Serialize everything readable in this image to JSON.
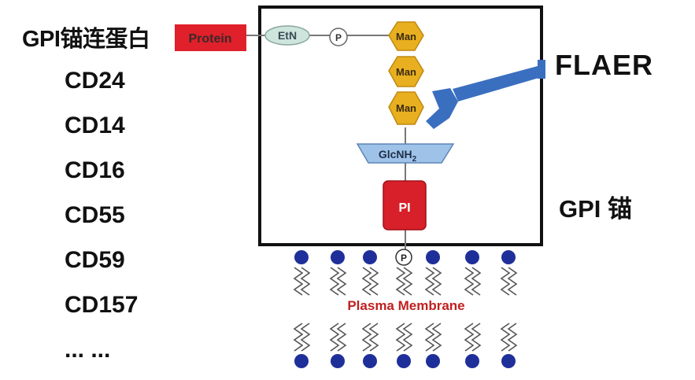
{
  "labels": {
    "title": "GPI锚连蛋白",
    "flaer": "FLAER",
    "gpi_anchor": "GPI 锚",
    "ellipsis": "... ..."
  },
  "proteins": [
    "CD24",
    "CD14",
    "CD16",
    "CD55",
    "CD59",
    "CD157"
  ],
  "diagram": {
    "protein": "Protein",
    "etn": "EtN",
    "phosphate": "P",
    "mannose": [
      "Man",
      "Man",
      "Man"
    ],
    "glcnh2_base": "GlcNH",
    "glcnh2_sub": "2",
    "pi": "PI",
    "membrane": "Plasma Membrane"
  },
  "colors": {
    "protein_fill": "#e0202a",
    "etn_fill": "#cde5dd",
    "mannose_fill": "#e8b020",
    "glcnh2_fill": "#9fc3e8",
    "pi_fill": "#d8202a",
    "flaer_fill": "#3a6fc0",
    "lipid_head": "#1f2f9a",
    "membrane_text": "#c02020"
  }
}
